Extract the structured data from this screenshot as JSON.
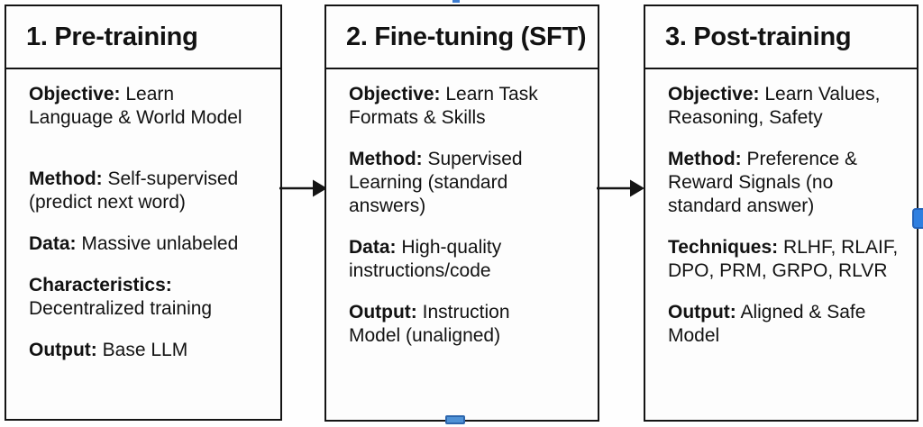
{
  "diagram": {
    "background_color": "#fefefe",
    "box_border_color": "#141414",
    "text_color": "#121212",
    "selection_handle_color": "#2f7fe0",
    "icons": {
      "flow_arrow": "arrow-right-icon",
      "selection_handles": [
        "top-handle",
        "bottom-handle",
        "right-handle"
      ]
    },
    "stages": [
      {
        "title": "1. Pre-training",
        "items": [
          {
            "label": "Objective:",
            "text": " Learn\nLanguage & World Model"
          },
          {
            "label": "Method:",
            "text": " Self-supervised\n(predict next word)"
          },
          {
            "label": "Data:",
            "text": " Massive unlabeled"
          },
          {
            "label": "Characteristics:",
            "text": "\nDecentralized training"
          },
          {
            "label": "Output:",
            "text": " Base LLM"
          }
        ]
      },
      {
        "title": "2. Fine-tuning (SFT)",
        "items": [
          {
            "label": "Objective:",
            "text": " Learn Task\nFormats & Skills"
          },
          {
            "label": "Method:",
            "text": " Supervised\nLearning (standard\nanswers)"
          },
          {
            "label": "Data:",
            "text": " High-quality\ninstructions/code"
          },
          {
            "label": "Output:",
            "text": " Instruction\nModel (unaligned)"
          }
        ]
      },
      {
        "title": "3. Post-training",
        "items": [
          {
            "label": "Objective:",
            "text": " Learn Values,\nReasoning, Safety"
          },
          {
            "label": "Method:",
            "text": " Preference &\nReward Signals (no\nstandard answer)"
          },
          {
            "label": "Techniques:",
            "text": " RLHF, RLAIF,\nDPO, PRM, GRPO, RLVR"
          },
          {
            "label": "Output:",
            "text": " Aligned & Safe\nModel"
          }
        ]
      }
    ]
  }
}
